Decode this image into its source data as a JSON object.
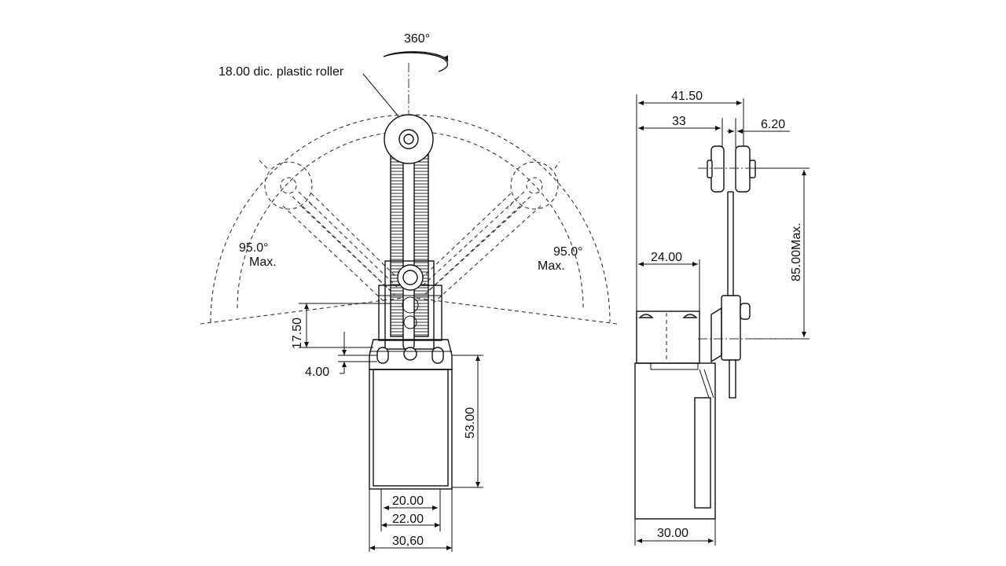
{
  "front_view": {
    "rotation_label": "360°",
    "roller_label": "18.00 dic. plastic roller",
    "left_angle": "95.0°",
    "left_angle_note": "Max.",
    "right_angle": "95.0°",
    "right_angle_note": "Max.",
    "dim_offset": "17.50",
    "dim_slot": "4.00",
    "dim_body_height": "53.00",
    "dim_inner_width": "20.00",
    "dim_mid_width": "22.00",
    "dim_outer_width": "30,60"
  },
  "side_view": {
    "dim_total_depth": "41.50",
    "dim_roller_offset": "33",
    "dim_roller_width": "6.20",
    "dim_lever_length": "85.00Max.",
    "dim_head_depth": "24.00",
    "dim_body_depth": "30.00"
  }
}
